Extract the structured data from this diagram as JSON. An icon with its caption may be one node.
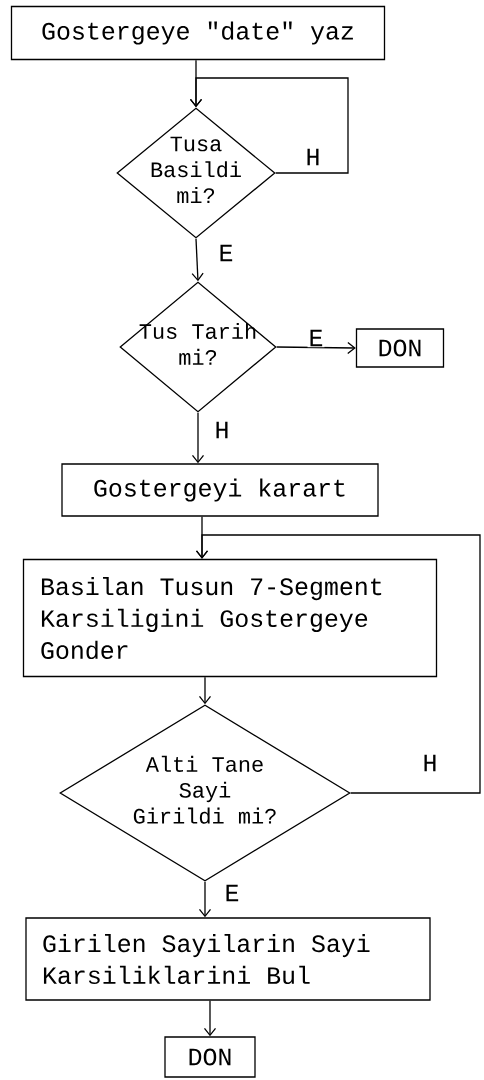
{
  "diagram": {
    "nodes": [
      {
        "text": [
          "Gostergeye \"date\" yaz"
        ]
      },
      {
        "text": [
          "Tusa Basildi mi?"
        ]
      },
      {
        "text": [
          "Tus Tarih mi?"
        ]
      },
      {
        "text": [
          "DON"
        ]
      },
      {
        "text": [
          "Gostergeyi karart"
        ]
      },
      {
        "text": [
          "Basilan Tusun 7-Segment Karsiligini Gostergeye Gonder"
        ]
      },
      {
        "text": [
          "Alti Tane Sayi Girildi mi?"
        ]
      },
      {
        "text": [
          "Girilen Sayilarin Sayi Karsiliklarini Bul"
        ]
      },
      {
        "text": [
          "DON"
        ]
      }
    ],
    "edges": [
      {
        "from": 0,
        "to": 1,
        "arrow": "to"
      },
      {
        "from": 1,
        "to": 1,
        "arrow": "to",
        "label": "H"
      },
      {
        "from": 1,
        "to": 2,
        "arrow": "to",
        "label": "E"
      },
      {
        "from": 2,
        "to": 3,
        "arrow": "to",
        "label": "E"
      },
      {
        "from": 2,
        "to": 4,
        "arrow": "to",
        "label": "H"
      },
      {
        "from": 4,
        "to": 5,
        "arrow": "to"
      },
      {
        "from": 5,
        "to": 6,
        "arrow": "to"
      },
      {
        "from": 6,
        "to": 5,
        "arrow": "to",
        "label": "H"
      },
      {
        "from": 6,
        "to": 7,
        "arrow": "to",
        "label": "E"
      },
      {
        "from": 7,
        "to": 8,
        "arrow": "to"
      }
    ]
  }
}
